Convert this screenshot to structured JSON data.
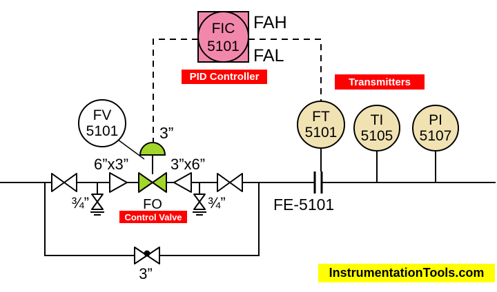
{
  "colors": {
    "controller_fill": "#f287ac",
    "transmitter_fill": "#f1e2b3",
    "valve_green": "#a2d62a",
    "label_red": "#ff0000",
    "watermark_yellow": "#ffff00"
  },
  "controller": {
    "tag": "FIC",
    "number": "5101",
    "alarm_high": "FAH",
    "alarm_low": "FAL",
    "caption": "PID Controller"
  },
  "control_valve": {
    "positioner_tag": "FV",
    "positioner_number": "5101",
    "actuator_size": "3”",
    "inlet_reducer": "6”x3”",
    "outlet_reducer": "3”x6”",
    "fail_action": "FO",
    "caption": "Control Valve",
    "drain_left": "¾”",
    "drain_right": "¾”",
    "bypass_size": "3”"
  },
  "flow_element": {
    "tag": "FE-5101"
  },
  "transmitters": {
    "caption": "Transmitters",
    "items": [
      {
        "tag": "FT",
        "number": "5101"
      },
      {
        "tag": "TI",
        "number": "5105"
      },
      {
        "tag": "PI",
        "number": "5107"
      }
    ]
  },
  "watermark": {
    "text": "InstrumentationTools.com"
  }
}
